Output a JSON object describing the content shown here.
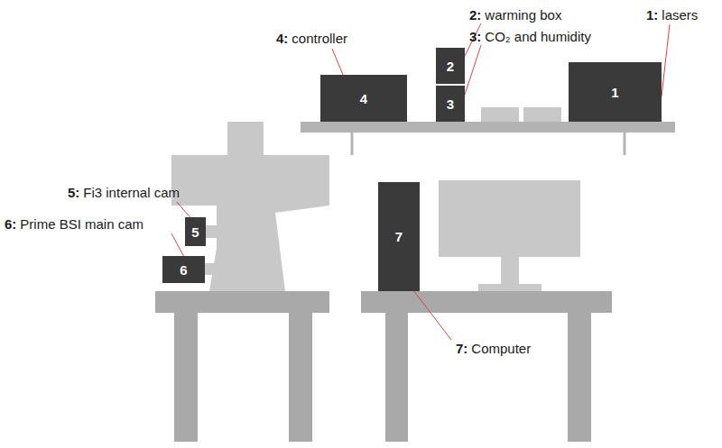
{
  "diagram": {
    "nodes": [
      {
        "text": [
          "1"
        ]
      },
      {
        "text": [
          "2"
        ]
      },
      {
        "text": [
          "3"
        ]
      },
      {
        "text": [
          "4"
        ]
      },
      {
        "text": [
          "5"
        ]
      },
      {
        "text": [
          "6"
        ]
      },
      {
        "text": [
          "7"
        ]
      }
    ],
    "labels": [
      "1:",
      "lasers",
      "2:",
      "warming box",
      "3:",
      "CO₂ and humidity",
      "4:",
      "controller",
      "5:",
      "Fi3 internal cam",
      "6:",
      "Prime BSI main cam",
      "7:",
      "Computer"
    ]
  }
}
